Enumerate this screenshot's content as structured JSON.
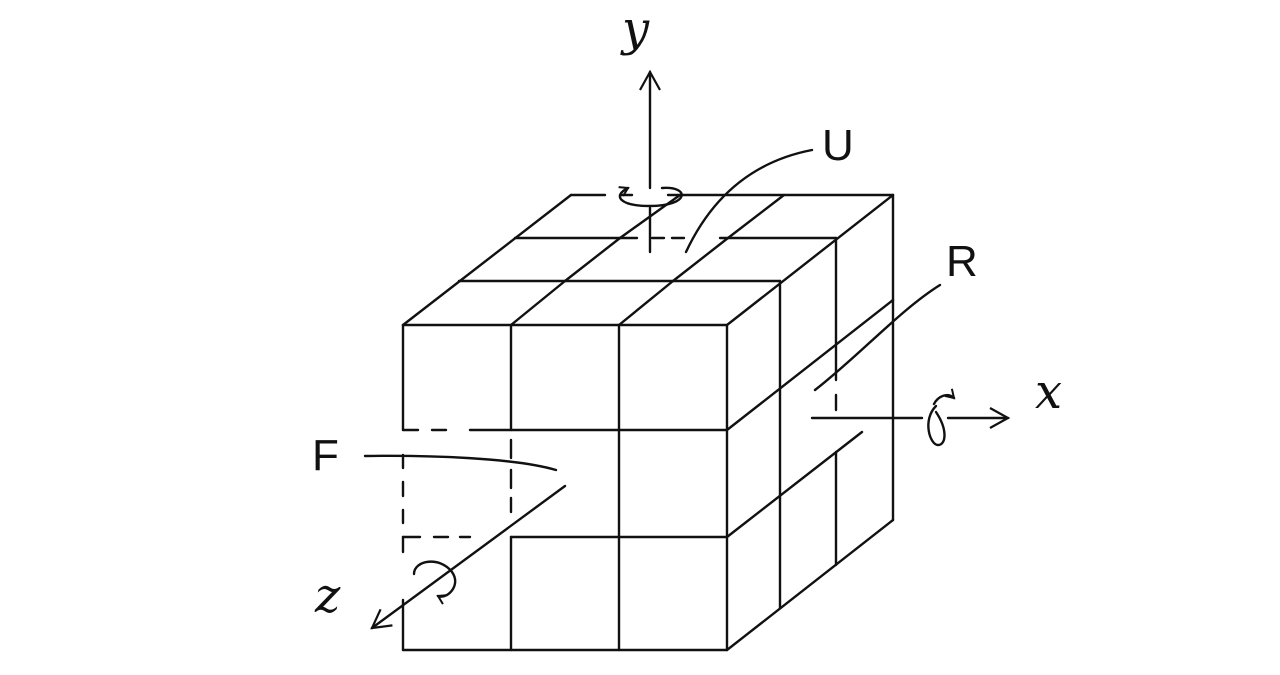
{
  "diagram": {
    "type": "rubiks-cube-axes",
    "axes": {
      "x": "x",
      "y": "y",
      "z": "z"
    },
    "faces": {
      "U": "U",
      "R": "R",
      "F": "F"
    },
    "grid": "3x3x3",
    "colors": {
      "stroke": "#111111",
      "background": "#ffffff"
    },
    "icons": [
      "rotation-arrow-icon",
      "axis-arrow-icon"
    ]
  }
}
